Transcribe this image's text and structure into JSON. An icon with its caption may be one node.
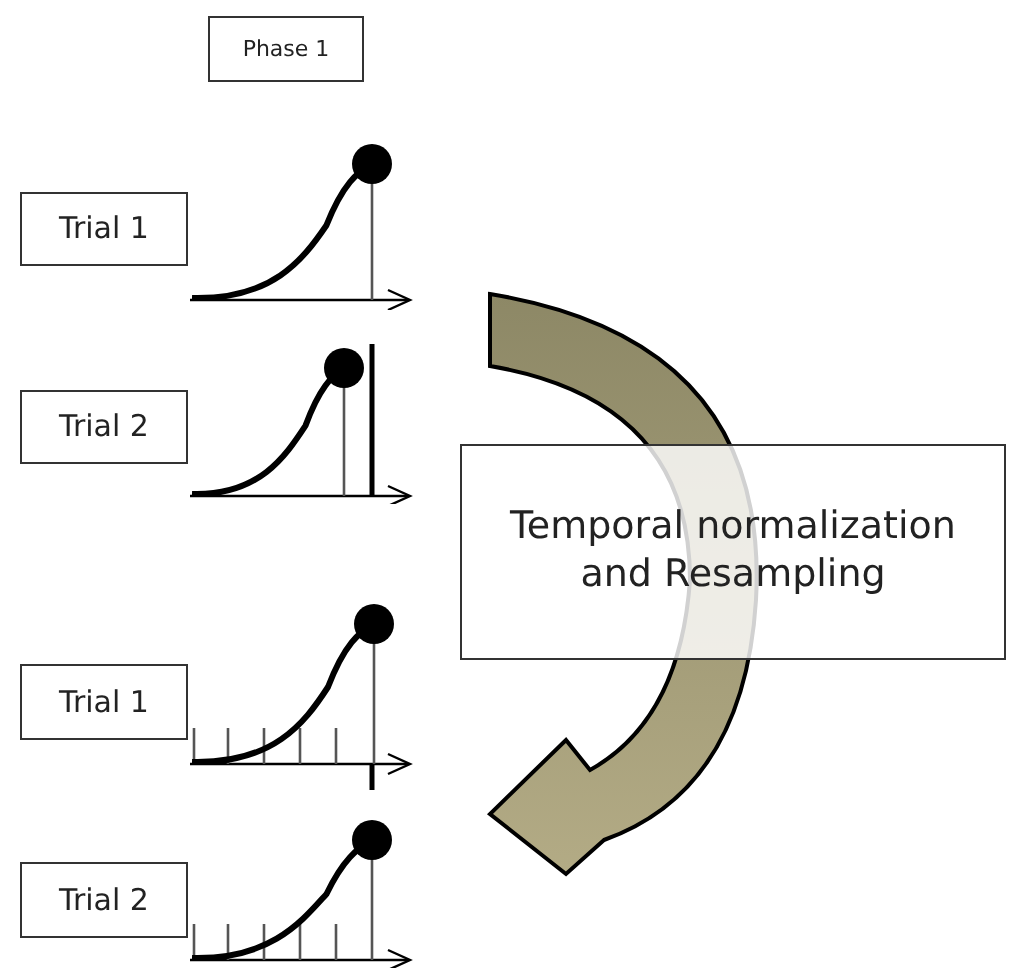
{
  "diagram": {
    "nodes": [
      {
        "text": [
          "Phase 1"
        ]
      },
      {
        "text": [
          "Trial 1"
        ]
      },
      {
        "text": [],
        "shape": "picture"
      },
      {
        "text": [
          "Trial 2"
        ]
      },
      {
        "text": [],
        "shape": "picture"
      },
      {
        "text": [
          "Temporal normalization and Resampling"
        ]
      },
      {
        "text": [
          "Trial 1"
        ]
      },
      {
        "text": [],
        "shape": "picture"
      },
      {
        "text": [
          "Trial 2"
        ]
      },
      {
        "text": [],
        "shape": "picture"
      }
    ],
    "edges": [
      {
        "from": 2,
        "to": 9,
        "arrow": "to",
        "style": "thick",
        "color": "#b3ab85"
      }
    ]
  }
}
